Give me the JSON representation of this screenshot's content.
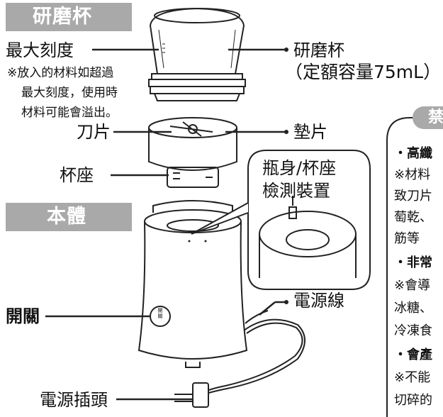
{
  "sections": {
    "cup_header": "研磨杯",
    "body_header": "本體"
  },
  "labels": {
    "max_scale": "最大刻度",
    "max_scale_note": [
      "※放入的材料如超過",
      "最大刻度，使用時",
      "材料可能會溢出。"
    ],
    "blade": "刀片",
    "cup_base": "杯座",
    "grinding_cup": "研磨杯",
    "capacity": "（定額容量75mL）",
    "gasket": "墊片",
    "detector": [
      "瓶身/杯座",
      "檢測裝置"
    ],
    "power_switch": "開關",
    "power_cord": "電源線",
    "power_plug": "電源插頭",
    "switch_marking": "開 關"
  },
  "side_panel": {
    "title": "禁",
    "lines": [
      "・高纖",
      "※材料",
      "致刀片",
      "萄乾、",
      "筋等",
      "・非常",
      "※會導",
      "冰糖、",
      "冷凍食",
      "・會產",
      "※不能",
      "切碎的"
    ]
  }
}
